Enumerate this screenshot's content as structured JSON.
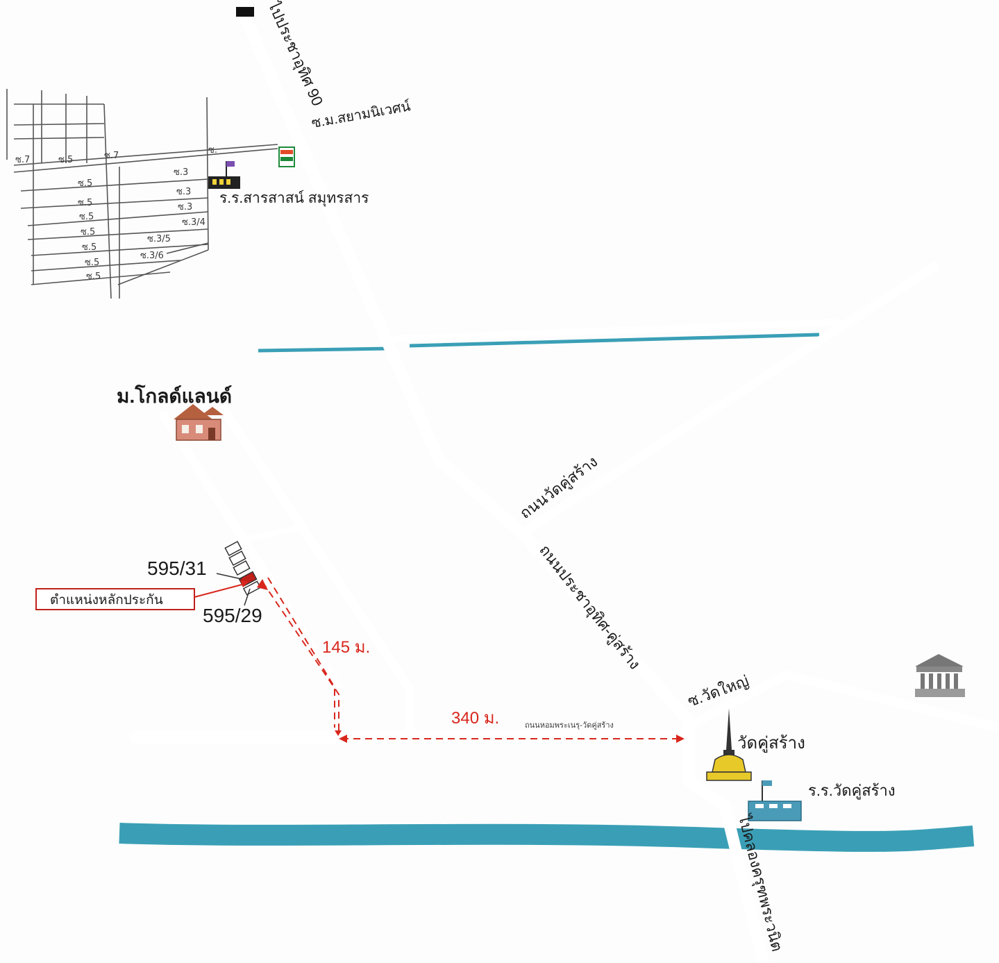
{
  "colors": {
    "canal": "#3a9fb6",
    "road_edge": "#2a2a2a",
    "dimension_red": "#d8261c",
    "temple_gold": "#e8c92a",
    "school_blue": "#4a9bb8",
    "house": "#d98b7a"
  },
  "labels": {
    "road_north": "ไปประชาอุทิศ 90",
    "soi_siam": "ซ.ม.สยามนิเวศน์",
    "school_top": "ร.ร.สารสาสน์ สมุทรสาร",
    "village": "ม.โกลด์แลนด์",
    "lot_a": "595/31",
    "lot_b": "595/29",
    "collateral": "ตำแหน่งหลักประกัน",
    "dist_145": "145 ม.",
    "dist_340": "340 ม.",
    "road_small": "ถนนหอมพระเนรุ-วัดคู่สร้าง",
    "road_watkhusang": "ถนนวัดคู่สร้าง",
    "road_pracha": "ถนนประชาอุทิศ-คู่สร้าง",
    "soi_watyai": "ซ.วัดใหญ่",
    "temple": "วัดคู่สร้าง",
    "school_temple": "ร.ร.วัดคู่สร้าง",
    "road_south": "ไปคลองครุฑพระวนิต"
  },
  "soi_labels": [
    "ซ.5",
    "ซ.5",
    "ซ.5",
    "ซ.5",
    "ซ.5",
    "ซ.5",
    "ซ.5",
    "ซ.3",
    "ซ.3",
    "ซ.3",
    "ซ.3/4",
    "ซ.3/5",
    "ซ.3/6",
    "ซ.7",
    "ซ.7",
    "ซ.5",
    "ซ."
  ],
  "icons": {
    "temple": "temple-stupa-icon",
    "school": "school-flag-icon",
    "house": "house-icon",
    "govt": "government-building-icon",
    "store": "store-icon",
    "school_top": "school-top-icon"
  }
}
